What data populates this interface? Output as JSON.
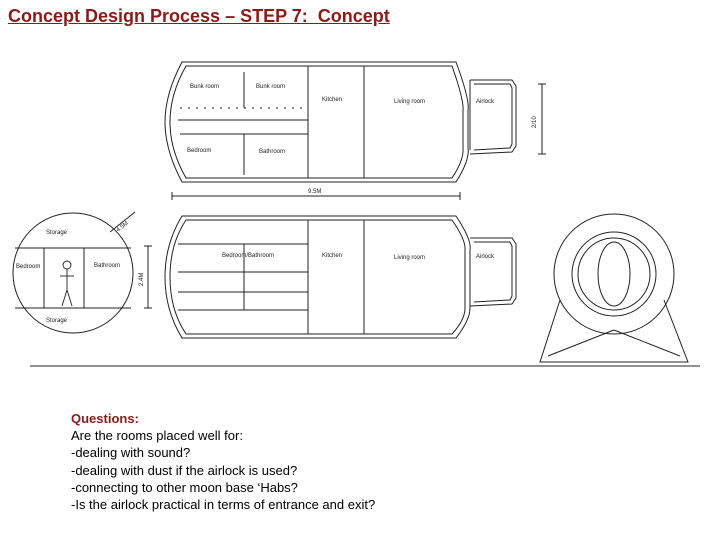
{
  "title": "Concept Design Process – STEP 7:  Concept",
  "plan_top": {
    "rooms": [
      "Bunk room",
      "Bunk room",
      "Kitchen",
      "Living room",
      "Airlock",
      "Bedroom",
      "Bathroom"
    ],
    "dim_height": "2/10",
    "dim_length": "9.5M"
  },
  "plan_bottom": {
    "rooms": [
      "Bedroom/Bathroom",
      "Kitchen",
      "Living room",
      "Airlock"
    ]
  },
  "section": {
    "labels": [
      "Storage",
      "Bedroom",
      "Bathroom",
      "Storage"
    ],
    "dim_diag": "4.5M",
    "dim_height": "2.4M"
  },
  "questions": {
    "heading": "Questions:",
    "lines": [
      "Are the rooms placed well for:",
      "-dealing with sound?",
      "-dealing with dust if the airlock is used?",
      "-connecting to other moon base ‘Habs?",
      "-Is the airlock practical in terms of entrance and exit?"
    ]
  }
}
